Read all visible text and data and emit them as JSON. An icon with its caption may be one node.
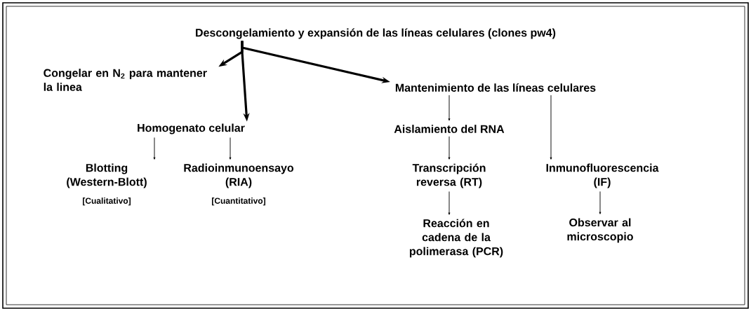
{
  "diagram": {
    "nodes": [
      {
        "text": [
          "Descongelamiento y expansión de las líneas celulares (clones pw4)"
        ]
      },
      {
        "text": [
          "Congelar en N$_{2}$ para mantener la linea"
        ]
      },
      {
        "text": [
          "Homogenato celular"
        ]
      },
      {
        "text": [
          "Mantenimiento de las líneas celulares"
        ]
      },
      {
        "text": [
          "Aislamiento del RNA"
        ]
      },
      {
        "text": [
          "Blotting (Western-Blott)"
        ],
        "beside": [
          "[Cualitativo]"
        ]
      },
      {
        "text": [
          "Radioinmunoensayo (RIA)"
        ],
        "beside": [
          "[Cuantitativo]"
        ]
      },
      {
        "text": [
          "Transcripción reversa (RT)"
        ]
      },
      {
        "text": [
          "Inmunofluorescencia (IF)"
        ]
      },
      {
        "text": [
          "Reacción en cadena de la polimerasa (PCR)"
        ]
      },
      {
        "text": [
          "Observar al microscopio"
        ]
      }
    ],
    "edges": [
      {
        "from": 0,
        "to": 1,
        "arrow": "to",
        "style": "thick"
      },
      {
        "from": 0,
        "to": 2,
        "arrow": "to",
        "style": "thick"
      },
      {
        "from": 0,
        "to": 3,
        "arrow": "to",
        "style": "thick"
      },
      {
        "from": 3,
        "to": 4,
        "arrow": "to"
      },
      {
        "from": 3,
        "to": 8,
        "arrow": "to"
      },
      {
        "from": 2,
        "to": 5,
        "arrow": "to"
      },
      {
        "from": 2,
        "to": 6,
        "arrow": "to"
      },
      {
        "from": 4,
        "to": 7,
        "arrow": "to"
      },
      {
        "from": 7,
        "to": 9,
        "arrow": "to"
      },
      {
        "from": 8,
        "to": 10,
        "arrow": "to"
      }
    ]
  }
}
